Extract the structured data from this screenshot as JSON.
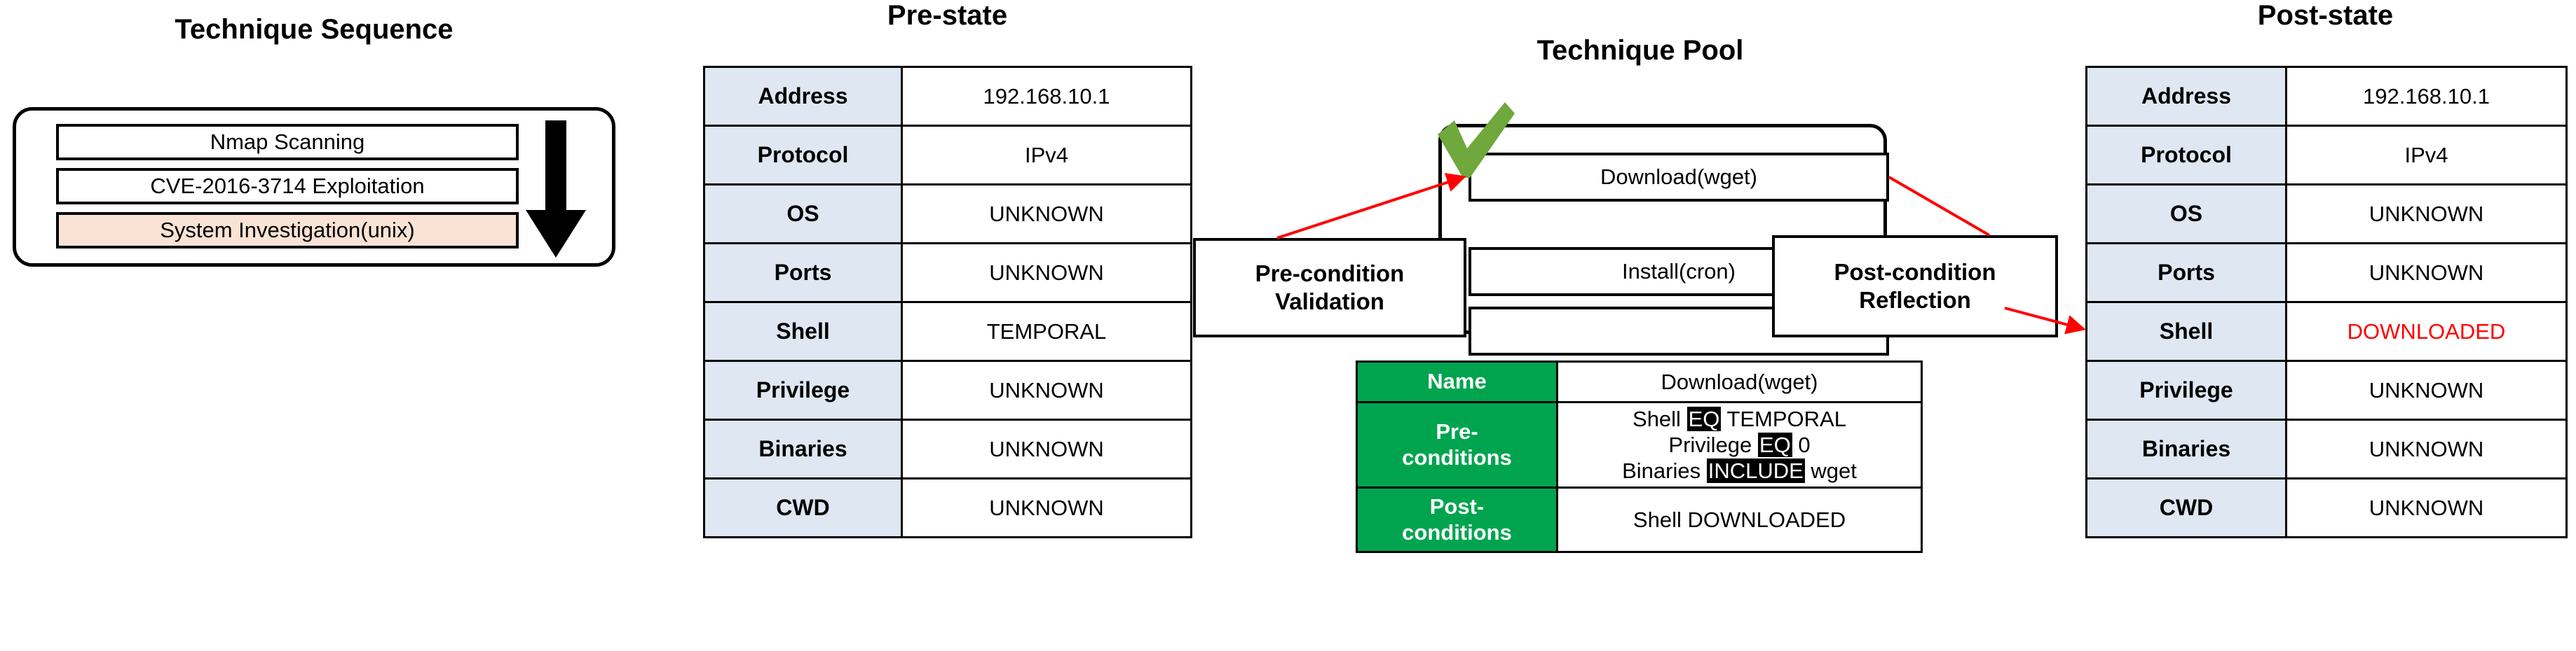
{
  "technique_sequence": {
    "title": "Technique Sequence",
    "items": [
      {
        "label": "Nmap Scanning",
        "highlighted": false
      },
      {
        "label": "CVE-2016-3714 Exploitation",
        "highlighted": false
      },
      {
        "label": "System Investigation(unix)",
        "highlighted": true
      }
    ],
    "flow_arrow_icon": "down-arrow-icon"
  },
  "pre_state": {
    "title": "Pre-state",
    "rows": [
      {
        "key": "Address",
        "value": "192.168.10.1"
      },
      {
        "key": "Protocol",
        "value": "IPv4"
      },
      {
        "key": "OS",
        "value": "UNKNOWN"
      },
      {
        "key": "Ports",
        "value": "UNKNOWN"
      },
      {
        "key": "Shell",
        "value": "TEMPORAL"
      },
      {
        "key": "Privilege",
        "value": "UNKNOWN"
      },
      {
        "key": "Binaries",
        "value": "UNKNOWN"
      },
      {
        "key": "CWD",
        "value": "UNKNOWN"
      }
    ]
  },
  "post_state": {
    "title": "Post-state",
    "rows": [
      {
        "key": "Address",
        "value": "192.168.10.1"
      },
      {
        "key": "Protocol",
        "value": "IPv4"
      },
      {
        "key": "OS",
        "value": "UNKNOWN"
      },
      {
        "key": "Ports",
        "value": "UNKNOWN"
      },
      {
        "key": "Shell",
        "value": "DOWNLOADED"
      },
      {
        "key": "Privilege",
        "value": "UNKNOWN"
      },
      {
        "key": "Binaries",
        "value": "UNKNOWN"
      },
      {
        "key": "CWD",
        "value": "UNKNOWN"
      }
    ]
  },
  "technique_pool": {
    "title": "Technique Pool",
    "selected_marker_icon": "green-check-icon",
    "items": [
      {
        "label": "Download(wget)",
        "selected": true
      },
      {
        "label": "Install(cron)",
        "selected": false
      },
      {
        "label": "",
        "selected": false
      }
    ]
  },
  "pre_condition_validation": {
    "line1": "Pre-condition",
    "line2": "Validation"
  },
  "post_condition_reflection": {
    "line1": "Post-condition",
    "line2": "Reflection"
  },
  "technique_detail": {
    "rows": [
      {
        "key_line1": "Name",
        "key_line2": "",
        "value": "Download(wget)"
      },
      {
        "key_line1": "Pre-",
        "key_line2": "conditions",
        "value": ""
      },
      {
        "key_line1": "Post-",
        "key_line2": "conditions",
        "value": "Shell DOWNLOADED"
      }
    ],
    "preconditions": [
      {
        "subject": "Shell",
        "operator": "EQ",
        "object": "TEMPORAL"
      },
      {
        "subject": "Privilege",
        "operator": "EQ",
        "object": "0"
      },
      {
        "subject": "Binaries",
        "operator": "INCLUDE",
        "object": "wget"
      }
    ]
  },
  "colors": {
    "highlight_peach": "#FAE3D4",
    "table_key_blue": "#DEE7F2",
    "detail_key_green": "#00A44F",
    "check_green": "#6FA83C",
    "arrow_red": "#FF0000",
    "changed_value_red": "#FF0000"
  }
}
